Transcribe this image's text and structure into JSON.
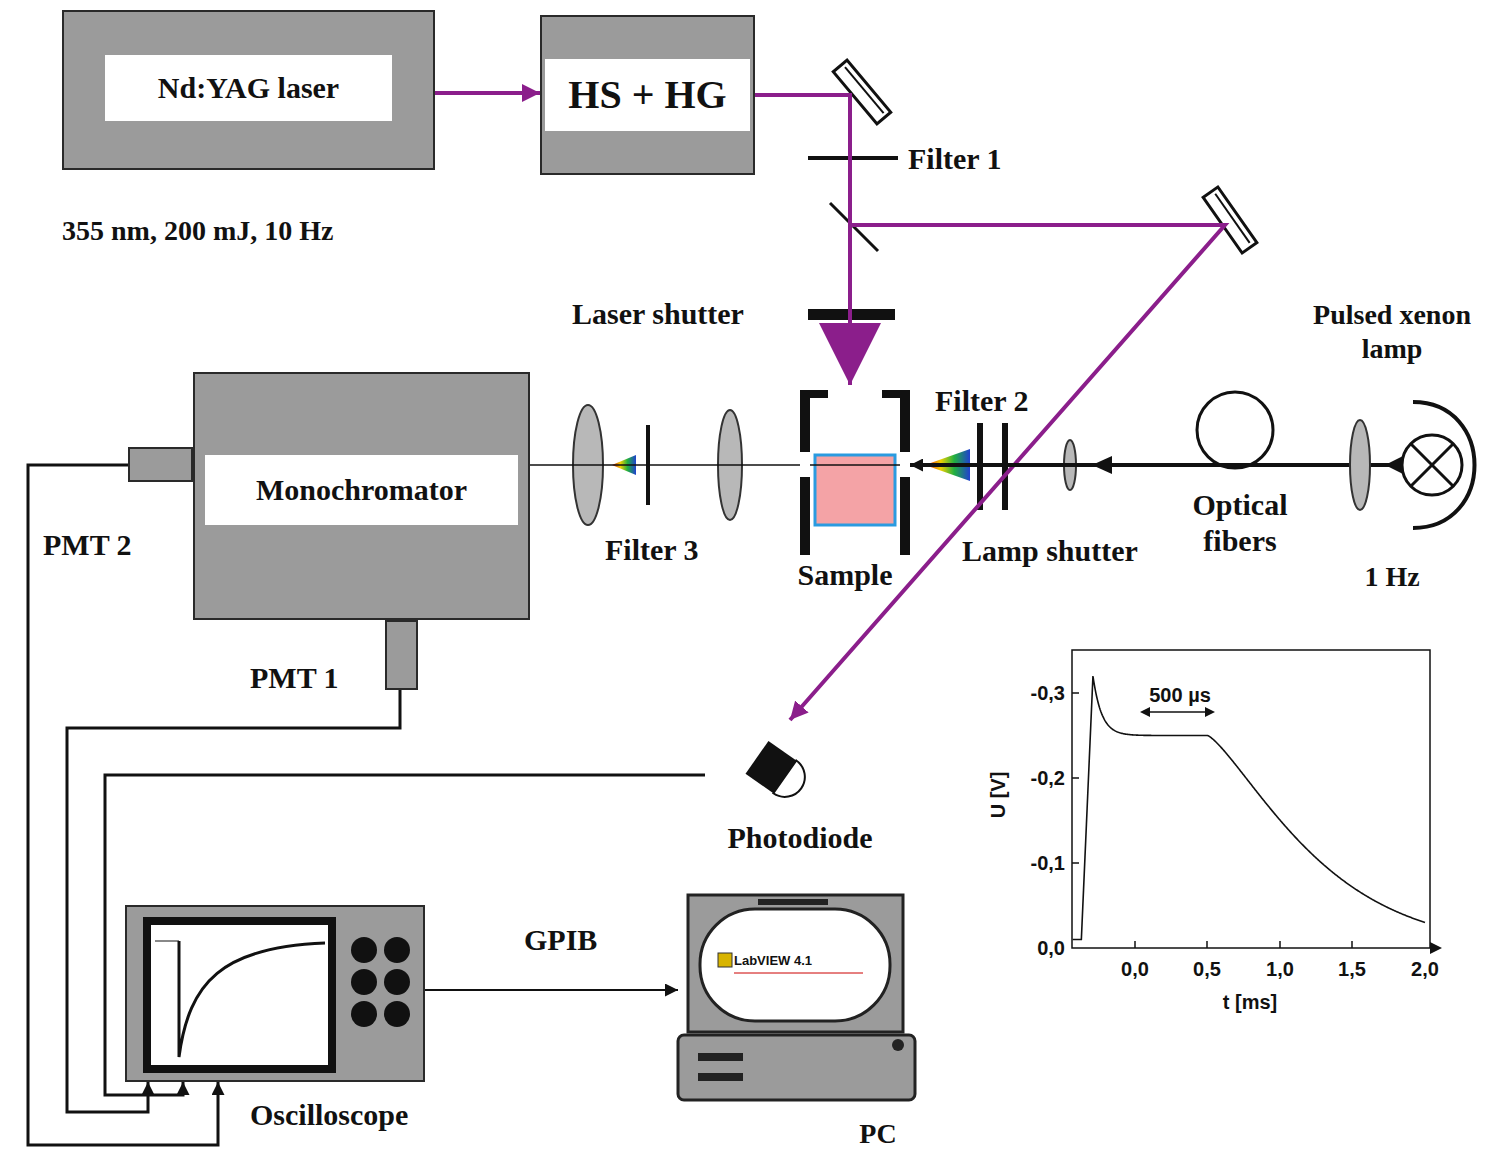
{
  "diagram": {
    "nodes": [
      {
        "text": [
          "Nd:YAG laser"
        ]
      },
      {
        "text": [
          "HS + HG"
        ]
      },
      {
        "text": [
          "Monochromator"
        ]
      },
      {
        "text": [
          "PMT 2"
        ]
      },
      {
        "text": [
          "PMT 1"
        ]
      },
      {
        "text": [
          "Sample"
        ]
      },
      {
        "text": [
          "Photodiode"
        ]
      },
      {
        "text": [
          "Oscilloscope"
        ]
      },
      {
        "text": [
          "PC",
          "LabVIEW 4.1"
        ]
      },
      {
        "text": [
          "Pulsed xenon lamp",
          "1 Hz"
        ]
      }
    ],
    "edges": [
      {
        "from": 0,
        "to": 1,
        "arrow": "to"
      },
      {
        "from": 1,
        "to": 5,
        "arrow": "to"
      },
      {
        "from": 1,
        "to": 6,
        "arrow": "to"
      },
      {
        "from": 9,
        "to": 5,
        "arrow": "to"
      },
      {
        "from": 5,
        "to": 2,
        "arrow": "none"
      },
      {
        "from": 4,
        "to": 7,
        "arrow": "to"
      },
      {
        "from": 6,
        "to": 7,
        "arrow": "to"
      },
      {
        "from": 3,
        "to": 7,
        "arrow": "to"
      },
      {
        "from": 7,
        "to": 8,
        "arrow": "to",
        "label": "GPIB"
      }
    ],
    "labels": [
      "355 nm, 200 mJ, 10 Hz",
      "Filter 1",
      "Laser shutter",
      "Filter 2",
      "Lamp shutter",
      "Optical fibers",
      "Filter 3",
      "500 µs",
      "-0,3",
      "-0,2",
      "-0,1",
      "0,0",
      "U [V]",
      "0,0",
      "0,5",
      "1,0",
      "1,5",
      "2,0",
      "t [ms]"
    ]
  }
}
